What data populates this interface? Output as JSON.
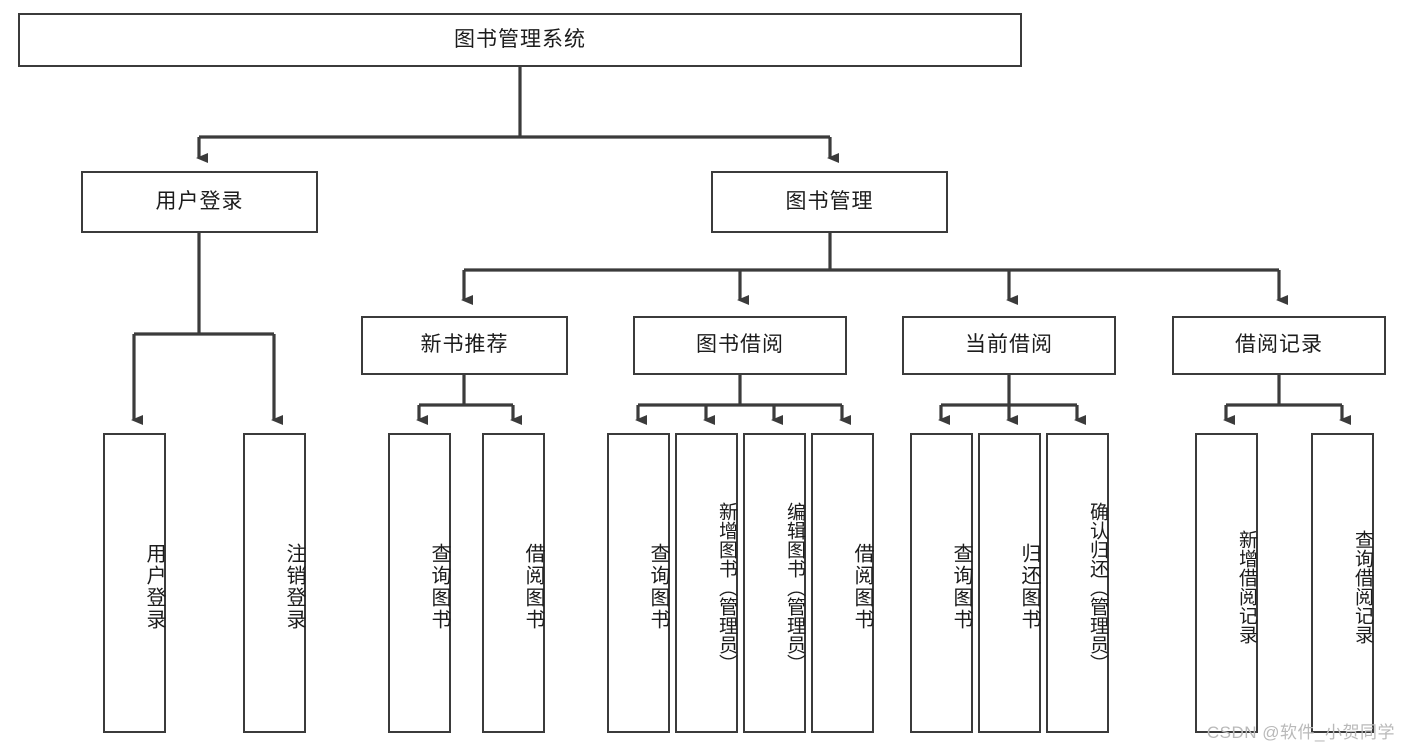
{
  "diagram": {
    "title": "图书管理系统",
    "type": "tree-hierarchy",
    "stroke_color": "#3b3b3b",
    "text_color": "#1c1c1c",
    "background": "#ffffff",
    "nodes": {
      "root": {
        "label": "图书管理系统",
        "level": 0,
        "orientation": "horizontal"
      },
      "user_login": {
        "label": "用户登录",
        "level": 1,
        "orientation": "horizontal"
      },
      "book_manage": {
        "label": "图书管理",
        "level": 1,
        "orientation": "horizontal"
      },
      "new_book_rec": {
        "label": "新书推荐",
        "level": 2,
        "orientation": "horizontal"
      },
      "book_borrow": {
        "label": "图书借阅",
        "level": 2,
        "orientation": "horizontal"
      },
      "current_borrow": {
        "label": "当前借阅",
        "level": 2,
        "orientation": "horizontal"
      },
      "borrow_record": {
        "label": "借阅记录",
        "level": 2,
        "orientation": "horizontal"
      },
      "leaf_user_login": {
        "label": "用户登录",
        "level": 3,
        "orientation": "vertical"
      },
      "leaf_logout": {
        "label": "注销登录",
        "level": 3,
        "orientation": "vertical"
      },
      "leaf_query_book_1": {
        "label": "查询图书",
        "level": 3,
        "orientation": "vertical"
      },
      "leaf_borrow_book_1": {
        "label": "借阅图书",
        "level": 3,
        "orientation": "vertical"
      },
      "leaf_query_book_2": {
        "label": "查询图书",
        "level": 3,
        "orientation": "vertical"
      },
      "leaf_add_book": {
        "label": "新增图书（管理员）",
        "level": 3,
        "orientation": "vertical"
      },
      "leaf_edit_book": {
        "label": "编辑图书（管理员）",
        "level": 3,
        "orientation": "vertical"
      },
      "leaf_borrow_book_2": {
        "label": "借阅图书",
        "level": 3,
        "orientation": "vertical"
      },
      "leaf_query_book_3": {
        "label": "查询图书",
        "level": 3,
        "orientation": "vertical"
      },
      "leaf_return_book": {
        "label": "归还图书",
        "level": 3,
        "orientation": "vertical"
      },
      "leaf_confirm_return": {
        "label": "确认归还（管理员）",
        "level": 3,
        "orientation": "vertical"
      },
      "leaf_add_record": {
        "label": "新增借阅记录",
        "level": 3,
        "orientation": "vertical"
      },
      "leaf_query_record": {
        "label": "查询借阅记录",
        "level": 3,
        "orientation": "vertical"
      }
    },
    "edges": [
      {
        "from": "root",
        "to": "user_login"
      },
      {
        "from": "root",
        "to": "book_manage"
      },
      {
        "from": "book_manage",
        "to": "new_book_rec"
      },
      {
        "from": "book_manage",
        "to": "book_borrow"
      },
      {
        "from": "book_manage",
        "to": "current_borrow"
      },
      {
        "from": "book_manage",
        "to": "borrow_record"
      },
      {
        "from": "user_login",
        "to": "leaf_user_login"
      },
      {
        "from": "user_login",
        "to": "leaf_logout"
      },
      {
        "from": "new_book_rec",
        "to": "leaf_query_book_1"
      },
      {
        "from": "new_book_rec",
        "to": "leaf_borrow_book_1"
      },
      {
        "from": "book_borrow",
        "to": "leaf_query_book_2"
      },
      {
        "from": "book_borrow",
        "to": "leaf_add_book"
      },
      {
        "from": "book_borrow",
        "to": "leaf_edit_book"
      },
      {
        "from": "book_borrow",
        "to": "leaf_borrow_book_2"
      },
      {
        "from": "current_borrow",
        "to": "leaf_query_book_3"
      },
      {
        "from": "current_borrow",
        "to": "leaf_return_book"
      },
      {
        "from": "current_borrow",
        "to": "leaf_confirm_return"
      },
      {
        "from": "borrow_record",
        "to": "leaf_add_record"
      },
      {
        "from": "borrow_record",
        "to": "leaf_query_record"
      }
    ]
  },
  "watermark": {
    "text": "CSDN @软件_小贺同学"
  }
}
